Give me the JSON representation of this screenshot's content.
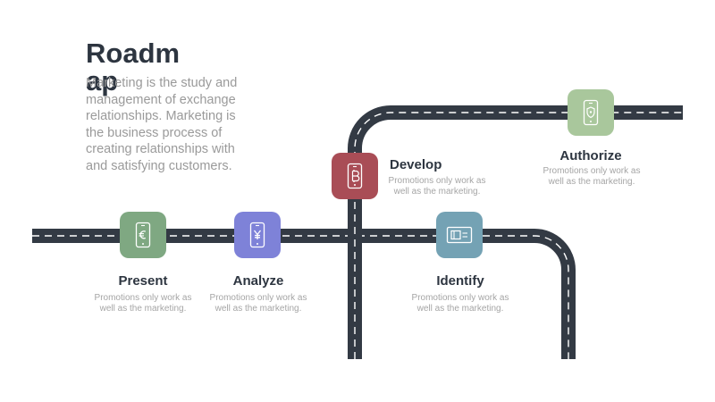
{
  "slide": {
    "title": "Roadmap",
    "intro": "Marketing is the study and management of exchange relationships. Marketing is the business process of creating relationships with and satisfying customers."
  },
  "colors": {
    "road": "#333a44",
    "road_dash": "#ffffff"
  },
  "milestones": [
    {
      "label": "Present",
      "desc": "Promotions only work as well as the marketing.",
      "color": "#7fa882",
      "icon": "phone-euro-icon"
    },
    {
      "label": "Analyze",
      "desc": "Promotions only work as well as the marketing.",
      "color": "#7e82d8",
      "icon": "phone-yen-icon"
    },
    {
      "label": "Develop",
      "desc": "Promotions only work as well as the marketing.",
      "color": "#a94d56",
      "icon": "phone-bitcoin-icon"
    },
    {
      "label": "Identify",
      "desc": "Promotions only work as well as the marketing.",
      "color": "#74a2b4",
      "icon": "monitor-card-icon"
    },
    {
      "label": "Authorize",
      "desc": "Promotions only work as well as the marketing.",
      "color": "#a9c79c",
      "icon": "phone-shield-icon"
    }
  ]
}
